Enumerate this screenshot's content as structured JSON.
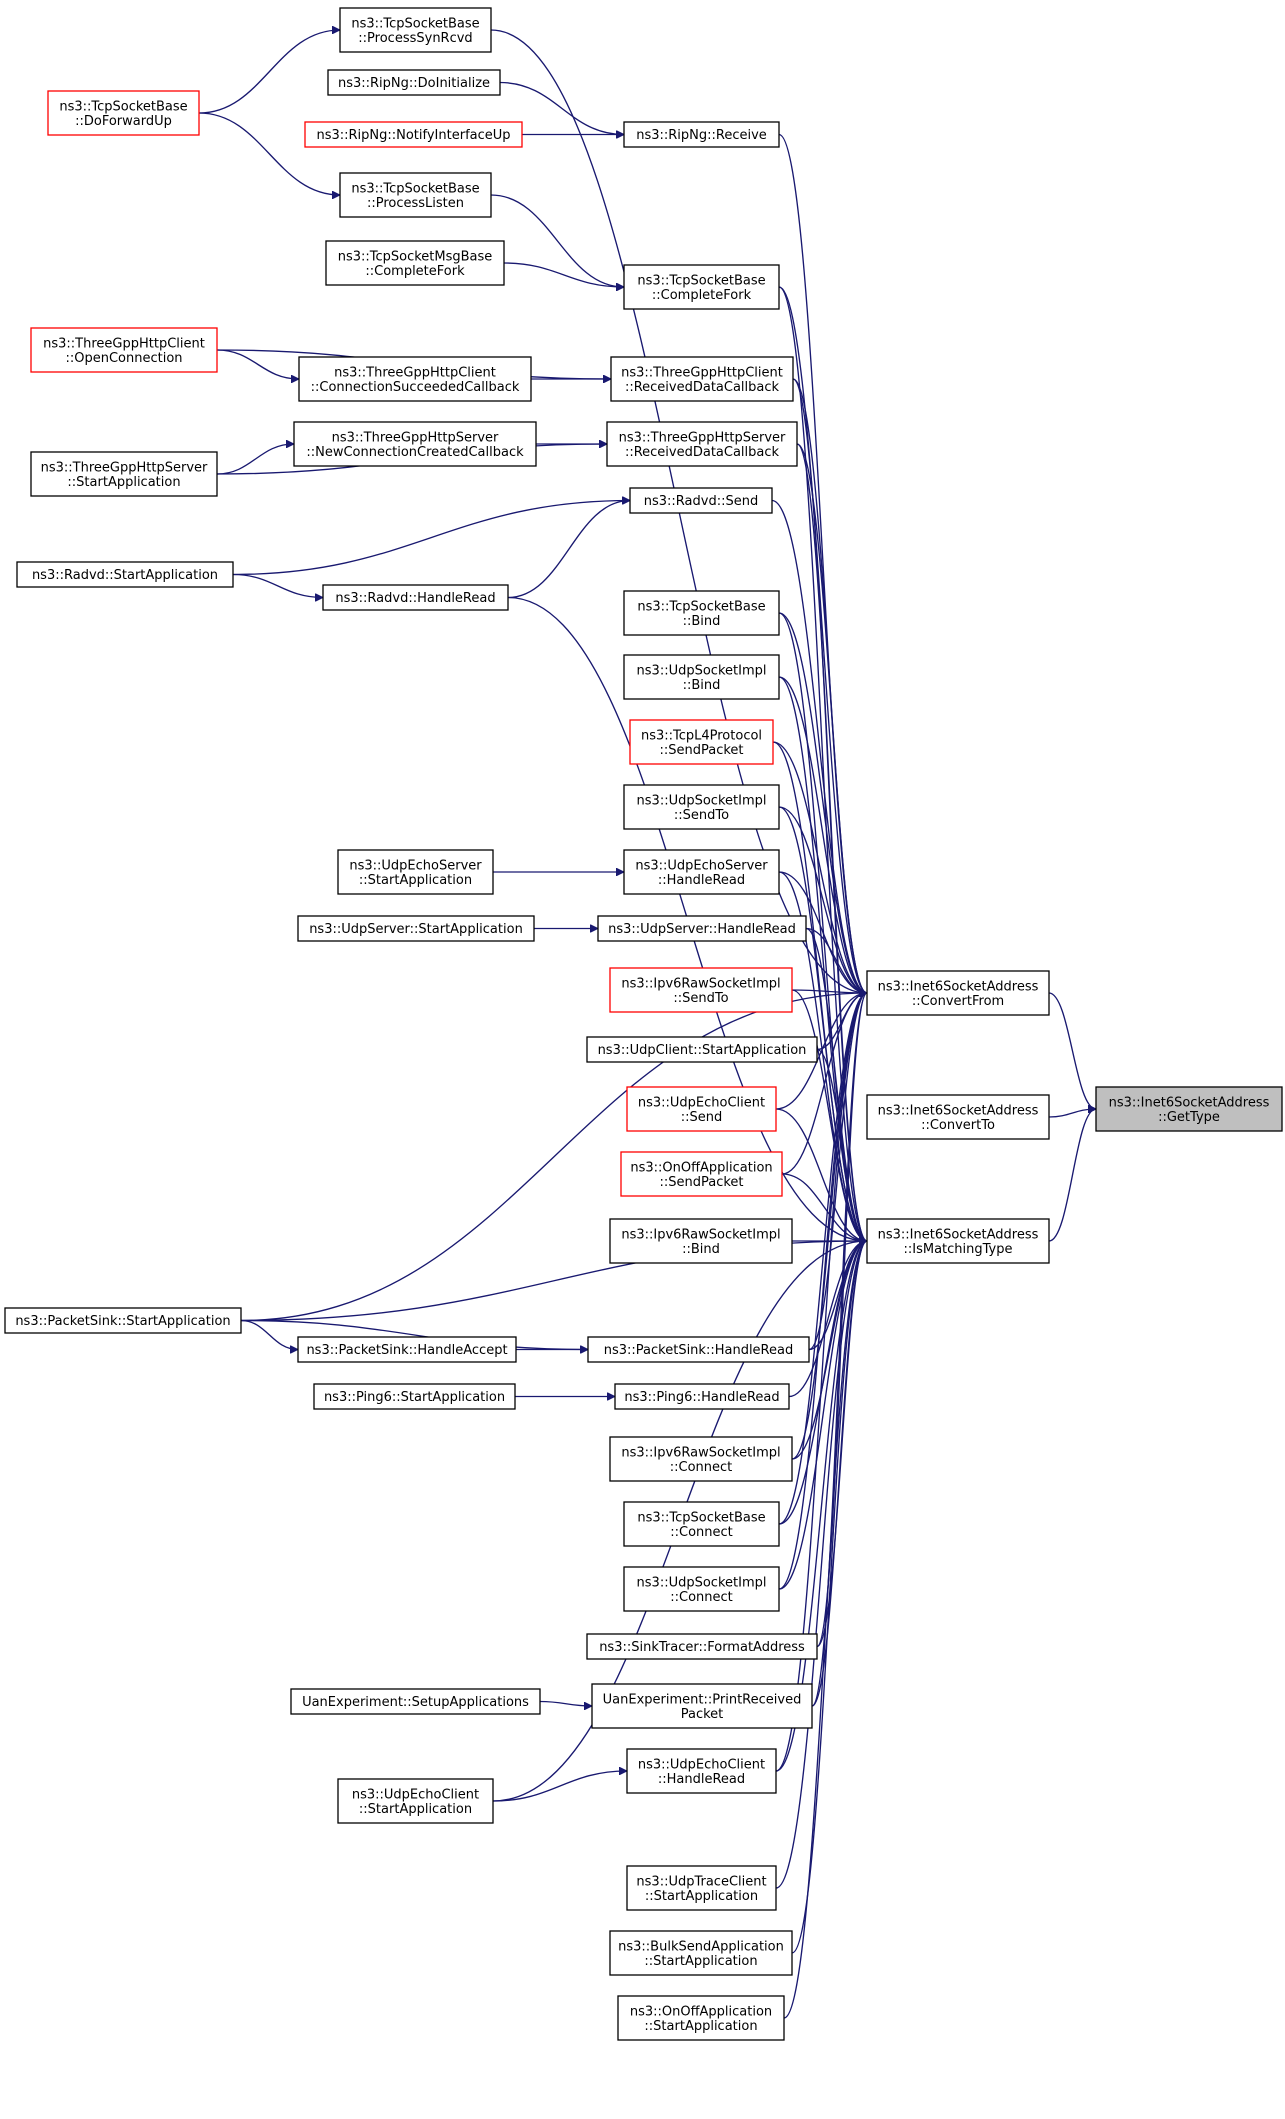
{
  "nodes": {
    "getType": {
      "lines": [
        "ns3::Inet6SocketAddress",
        "::GetType"
      ],
      "style": "gray"
    },
    "convertFrom": {
      "lines": [
        "ns3::Inet6SocketAddress",
        "::ConvertFrom"
      ],
      "style": "normal"
    },
    "convertTo": {
      "lines": [
        "ns3::Inet6SocketAddress",
        "::ConvertTo"
      ],
      "style": "normal"
    },
    "isMatchingType": {
      "lines": [
        "ns3::Inet6SocketAddress",
        "::IsMatchingType"
      ],
      "style": "normal"
    },
    "processSynRcvd": {
      "lines": [
        "ns3::TcpSocketBase",
        "::ProcessSynRcvd"
      ],
      "style": "normal"
    },
    "doForwardUp": {
      "lines": [
        "ns3::TcpSocketBase",
        "::DoForwardUp"
      ],
      "style": "red"
    },
    "ripDoInitialize": {
      "lines": [
        "ns3::RipNg::DoInitialize"
      ],
      "style": "normal"
    },
    "ripNotifyIfUp": {
      "lines": [
        "ns3::RipNg::NotifyInterfaceUp"
      ],
      "style": "red"
    },
    "ripReceive": {
      "lines": [
        "ns3::RipNg::Receive"
      ],
      "style": "normal"
    },
    "processListen": {
      "lines": [
        "ns3::TcpSocketBase",
        "::ProcessListen"
      ],
      "style": "normal"
    },
    "msgCompleteFork": {
      "lines": [
        "ns3::TcpSocketMsgBase",
        "::CompleteFork"
      ],
      "style": "normal"
    },
    "tcpCompleteFork": {
      "lines": [
        "ns3::TcpSocketBase",
        "::CompleteFork"
      ],
      "style": "normal"
    },
    "httpClientOpenConn": {
      "lines": [
        "ns3::ThreeGppHttpClient",
        "::OpenConnection"
      ],
      "style": "red"
    },
    "httpClientConnSucc": {
      "lines": [
        "ns3::ThreeGppHttpClient",
        "::ConnectionSucceededCallback"
      ],
      "style": "normal"
    },
    "httpClientRecvData": {
      "lines": [
        "ns3::ThreeGppHttpClient",
        "::ReceivedDataCallback"
      ],
      "style": "normal"
    },
    "httpServerNewConn": {
      "lines": [
        "ns3::ThreeGppHttpServer",
        "::NewConnectionCreatedCallback"
      ],
      "style": "normal"
    },
    "httpServerRecvData": {
      "lines": [
        "ns3::ThreeGppHttpServer",
        "::ReceivedDataCallback"
      ],
      "style": "normal"
    },
    "httpServerStartApp": {
      "lines": [
        "ns3::ThreeGppHttpServer",
        "::StartApplication"
      ],
      "style": "normal"
    },
    "radvdSend": {
      "lines": [
        "ns3::Radvd::Send"
      ],
      "style": "normal"
    },
    "radvdStartApp": {
      "lines": [
        "ns3::Radvd::StartApplication"
      ],
      "style": "normal"
    },
    "radvdHandleRead": {
      "lines": [
        "ns3::Radvd::HandleRead"
      ],
      "style": "normal"
    },
    "tcpBind": {
      "lines": [
        "ns3::TcpSocketBase",
        "::Bind"
      ],
      "style": "normal"
    },
    "udpBind": {
      "lines": [
        "ns3::UdpSocketImpl",
        "::Bind"
      ],
      "style": "normal"
    },
    "tcpL4SendPacket": {
      "lines": [
        "ns3::TcpL4Protocol",
        "::SendPacket"
      ],
      "style": "red"
    },
    "udpSendTo": {
      "lines": [
        "ns3::UdpSocketImpl",
        "::SendTo"
      ],
      "style": "normal"
    },
    "echoServerStartApp": {
      "lines": [
        "ns3::UdpEchoServer",
        "::StartApplication"
      ],
      "style": "normal"
    },
    "echoServerHandleRead": {
      "lines": [
        "ns3::UdpEchoServer",
        "::HandleRead"
      ],
      "style": "normal"
    },
    "udpServerStartApp": {
      "lines": [
        "ns3::UdpServer::StartApplication"
      ],
      "style": "normal"
    },
    "udpServerHandleRead": {
      "lines": [
        "ns3::UdpServer::HandleRead"
      ],
      "style": "normal"
    },
    "ipv6RawSendTo": {
      "lines": [
        "ns3::Ipv6RawSocketImpl",
        "::SendTo"
      ],
      "style": "red"
    },
    "udpClientStartApp": {
      "lines": [
        "ns3::UdpClient::StartApplication"
      ],
      "style": "normal"
    },
    "echoClientSend": {
      "lines": [
        "ns3::UdpEchoClient",
        "::Send"
      ],
      "style": "red"
    },
    "onOffSendPacket": {
      "lines": [
        "ns3::OnOffApplication",
        "::SendPacket"
      ],
      "style": "red"
    },
    "ipv6RawBind": {
      "lines": [
        "ns3::Ipv6RawSocketImpl",
        "::Bind"
      ],
      "style": "normal"
    },
    "packetSinkStartApp": {
      "lines": [
        "ns3::PacketSink::StartApplication"
      ],
      "style": "normal"
    },
    "packetSinkHandleAccept": {
      "lines": [
        "ns3::PacketSink::HandleAccept"
      ],
      "style": "normal"
    },
    "packetSinkHandleRead": {
      "lines": [
        "ns3::PacketSink::HandleRead"
      ],
      "style": "normal"
    },
    "ping6StartApp": {
      "lines": [
        "ns3::Ping6::StartApplication"
      ],
      "style": "normal"
    },
    "ping6HandleRead": {
      "lines": [
        "ns3::Ping6::HandleRead"
      ],
      "style": "normal"
    },
    "ipv6RawConnect": {
      "lines": [
        "ns3::Ipv6RawSocketImpl",
        "::Connect"
      ],
      "style": "normal"
    },
    "tcpConnect": {
      "lines": [
        "ns3::TcpSocketBase",
        "::Connect"
      ],
      "style": "normal"
    },
    "udpConnect": {
      "lines": [
        "ns3::UdpSocketImpl",
        "::Connect"
      ],
      "style": "normal"
    },
    "sinkTracerFormat": {
      "lines": [
        "ns3::SinkTracer::FormatAddress"
      ],
      "style": "normal"
    },
    "uanSetupApps": {
      "lines": [
        "UanExperiment::SetupApplications"
      ],
      "style": "normal"
    },
    "uanPrintRecv": {
      "lines": [
        "UanExperiment::PrintReceived",
        "Packet"
      ],
      "style": "normal"
    },
    "echoClientHandleRead": {
      "lines": [
        "ns3::UdpEchoClient",
        "::HandleRead"
      ],
      "style": "normal"
    },
    "echoClientStartApp": {
      "lines": [
        "ns3::UdpEchoClient",
        "::StartApplication"
      ],
      "style": "normal"
    },
    "udpTraceClientStartApp": {
      "lines": [
        "ns3::UdpTraceClient",
        "::StartApplication"
      ],
      "style": "normal"
    },
    "bulkSendStartApp": {
      "lines": [
        "ns3::BulkSendApplication",
        "::StartApplication"
      ],
      "style": "normal"
    },
    "onOffStartApp": {
      "lines": [
        "ns3::OnOffApplication",
        "::StartApplication"
      ],
      "style": "normal"
    }
  },
  "edges": [
    [
      "convertFrom",
      "getType"
    ],
    [
      "convertTo",
      "getType"
    ],
    [
      "isMatchingType",
      "getType"
    ],
    [
      "processSynRcvd",
      "convertFrom"
    ],
    [
      "doForwardUp",
      "processSynRcvd"
    ],
    [
      "doForwardUp",
      "processListen"
    ],
    [
      "ripReceive",
      "convertFrom"
    ],
    [
      "ripDoInitialize",
      "ripReceive"
    ],
    [
      "ripNotifyIfUp",
      "ripReceive"
    ],
    [
      "processListen",
      "tcpCompleteFork"
    ],
    [
      "msgCompleteFork",
      "tcpCompleteFork"
    ],
    [
      "tcpCompleteFork",
      "convertFrom"
    ],
    [
      "tcpCompleteFork",
      "isMatchingType"
    ],
    [
      "httpClientOpenConn",
      "httpClientConnSucc"
    ],
    [
      "httpClientOpenConn",
      "httpClientRecvData"
    ],
    [
      "httpClientConnSucc",
      "httpClientRecvData"
    ],
    [
      "httpClientRecvData",
      "convertFrom"
    ],
    [
      "httpClientRecvData",
      "isMatchingType"
    ],
    [
      "httpServerStartApp",
      "httpServerNewConn"
    ],
    [
      "httpServerStartApp",
      "httpServerRecvData"
    ],
    [
      "httpServerNewConn",
      "httpServerRecvData"
    ],
    [
      "httpServerRecvData",
      "convertFrom"
    ],
    [
      "httpServerRecvData",
      "isMatchingType"
    ],
    [
      "radvdSend",
      "convertFrom"
    ],
    [
      "radvdStartApp",
      "radvdSend"
    ],
    [
      "radvdStartApp",
      "radvdHandleRead"
    ],
    [
      "radvdHandleRead",
      "radvdSend"
    ],
    [
      "radvdHandleRead",
      "isMatchingType"
    ],
    [
      "tcpBind",
      "convertFrom"
    ],
    [
      "tcpBind",
      "isMatchingType"
    ],
    [
      "udpBind",
      "convertFrom"
    ],
    [
      "udpBind",
      "isMatchingType"
    ],
    [
      "tcpL4SendPacket",
      "convertFrom"
    ],
    [
      "tcpL4SendPacket",
      "isMatchingType"
    ],
    [
      "udpSendTo",
      "convertFrom"
    ],
    [
      "udpSendTo",
      "isMatchingType"
    ],
    [
      "echoServerStartApp",
      "echoServerHandleRead"
    ],
    [
      "echoServerHandleRead",
      "convertFrom"
    ],
    [
      "echoServerHandleRead",
      "isMatchingType"
    ],
    [
      "udpServerStartApp",
      "udpServerHandleRead"
    ],
    [
      "udpServerHandleRead",
      "convertFrom"
    ],
    [
      "udpServerHandleRead",
      "isMatchingType"
    ],
    [
      "ipv6RawSendTo",
      "convertFrom"
    ],
    [
      "ipv6RawSendTo",
      "isMatchingType"
    ],
    [
      "udpClientStartApp",
      "convertFrom"
    ],
    [
      "udpClientStartApp",
      "isMatchingType"
    ],
    [
      "echoClientSend",
      "convertFrom"
    ],
    [
      "echoClientSend",
      "isMatchingType"
    ],
    [
      "onOffSendPacket",
      "convertFrom"
    ],
    [
      "onOffSendPacket",
      "isMatchingType"
    ],
    [
      "ipv6RawBind",
      "isMatchingType"
    ],
    [
      "packetSinkStartApp",
      "convertFrom"
    ],
    [
      "packetSinkStartApp",
      "packetSinkHandleAccept"
    ],
    [
      "packetSinkStartApp",
      "packetSinkHandleRead"
    ],
    [
      "packetSinkStartApp",
      "isMatchingType"
    ],
    [
      "packetSinkHandleAccept",
      "packetSinkHandleRead"
    ],
    [
      "packetSinkHandleRead",
      "convertFrom"
    ],
    [
      "packetSinkHandleRead",
      "isMatchingType"
    ],
    [
      "ping6StartApp",
      "ping6HandleRead"
    ],
    [
      "ping6HandleRead",
      "isMatchingType"
    ],
    [
      "ipv6RawConnect",
      "convertFrom"
    ],
    [
      "ipv6RawConnect",
      "isMatchingType"
    ],
    [
      "tcpConnect",
      "convertFrom"
    ],
    [
      "tcpConnect",
      "isMatchingType"
    ],
    [
      "udpConnect",
      "convertFrom"
    ],
    [
      "udpConnect",
      "isMatchingType"
    ],
    [
      "sinkTracerFormat",
      "convertFrom"
    ],
    [
      "sinkTracerFormat",
      "isMatchingType"
    ],
    [
      "uanSetupApps",
      "uanPrintRecv"
    ],
    [
      "uanPrintRecv",
      "convertFrom"
    ],
    [
      "uanPrintRecv",
      "isMatchingType"
    ],
    [
      "echoClientStartApp",
      "echoClientHandleRead"
    ],
    [
      "echoClientStartApp",
      "isMatchingType"
    ],
    [
      "echoClientHandleRead",
      "convertFrom"
    ],
    [
      "echoClientHandleRead",
      "isMatchingType"
    ],
    [
      "udpTraceClientStartApp",
      "isMatchingType"
    ],
    [
      "bulkSendStartApp",
      "isMatchingType"
    ],
    [
      "onOffStartApp",
      "isMatchingType"
    ]
  ]
}
